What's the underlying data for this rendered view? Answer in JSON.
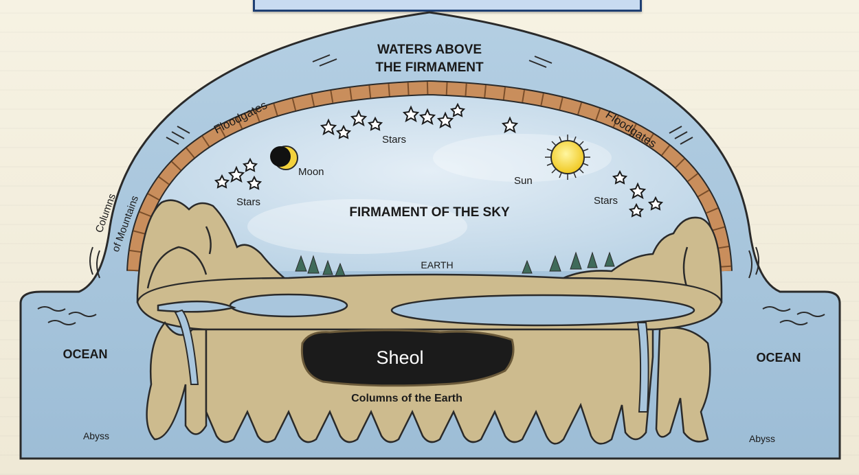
{
  "diagram": {
    "labels": {
      "waters_above_line1": "WATERS ABOVE",
      "waters_above_line2": "THE FIRMAMENT",
      "floodgates_left": "Floodgates",
      "floodgates_right": "Floodgates",
      "columns_mountains_line1": "Columns",
      "columns_mountains_line2": "of Mountains",
      "moon": "Moon",
      "sun": "Sun",
      "stars_top": "Stars",
      "stars_left": "Stars",
      "stars_right": "Stars",
      "firmament_sky": "FIRMAMENT OF THE SKY",
      "earth": "EARTH",
      "ocean_left": "OCEAN",
      "ocean_right": "OCEAN",
      "sheol": "Sheol",
      "columns_earth": "Columns of the Earth",
      "abyss_left": "Abyss",
      "abyss_right": "Abyss"
    },
    "colors": {
      "water": "#a9c6dd",
      "sky": "#d6e6f1",
      "land": "#cdbb8e",
      "land_shadow": "#a89266",
      "brick": "#c98e5c",
      "sheol": "#1b1b1b",
      "sun": "#f2d53b",
      "title_box": "#c8dbf1",
      "title_border": "#1e3f73"
    }
  }
}
